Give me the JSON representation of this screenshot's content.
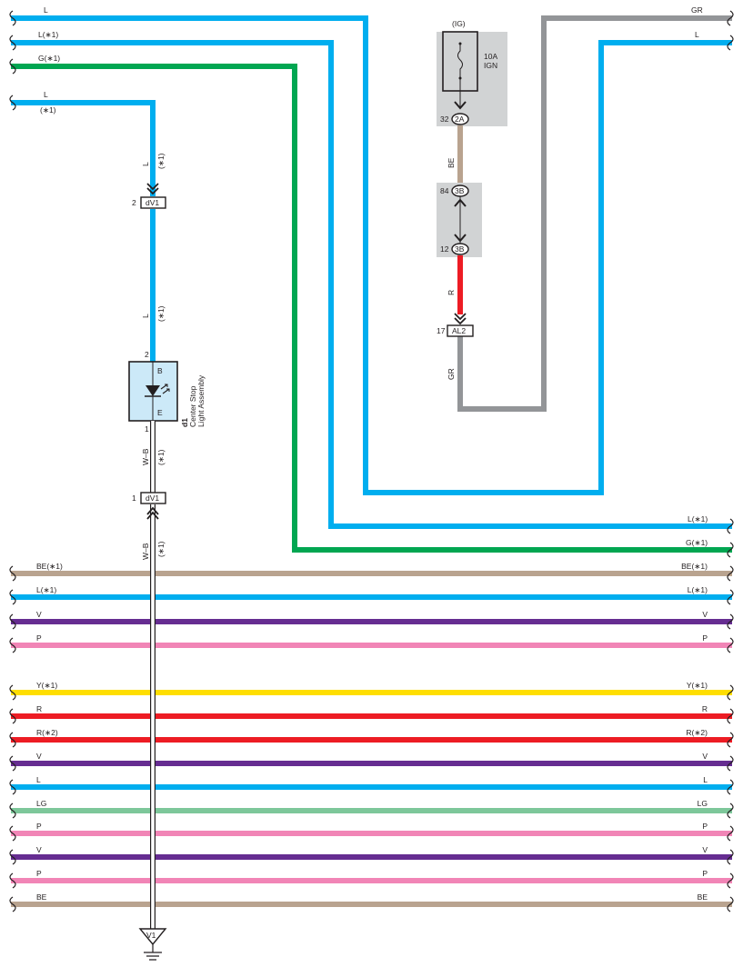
{
  "colors": {
    "L": "#00aeef",
    "G": "#00a651",
    "GR": "#939598",
    "BE": "#b9a38f",
    "V": "#662d91",
    "P": "#f185b6",
    "Y": "#ffde00",
    "R": "#ed1c24",
    "LG": "#7dc79a",
    "WB": "#ffffff",
    "fuse_box": "#d1d3d4",
    "lamp_fill": "#cce9f8"
  },
  "top_wires": {
    "wire1_left": "L",
    "wire2_left": "L(∗1)",
    "wire3_left": "G(∗1)",
    "wire4_left": "L",
    "wire4_left_note": "(∗1)",
    "gr_right": "GR",
    "l_right": "L",
    "wire2_right": "L(∗1)",
    "wire3_right": "G(∗1)"
  },
  "fuse": {
    "supply": "(IG)",
    "rating": "10A",
    "name": "IGN"
  },
  "connectors": {
    "c_2a": {
      "code": "2A",
      "pin": "32"
    },
    "c_3b_top": {
      "code": "3B",
      "pin": "84"
    },
    "c_3b_bottom": {
      "code": "3B",
      "pin": "12"
    },
    "c_al2": {
      "code": "AL2",
      "pin": "17"
    },
    "c_dv1_top": {
      "code": "dV1",
      "pin": "2"
    },
    "c_dv1_bottom": {
      "code": "dV1",
      "pin": "1"
    }
  },
  "wire_labels": {
    "be": "BE",
    "r": "R",
    "gr": "GR",
    "l_upper": "L",
    "l_upper_note": "(∗1)",
    "l_mid": "L",
    "l_mid_note": "(∗1)",
    "wb_upper": "W–B",
    "wb_upper_note": "(∗1)",
    "wb_lower": "W–B",
    "wb_lower_note": "(∗1)"
  },
  "lamp": {
    "id": "d1",
    "name_line1": "Center Stop",
    "name_line2": "Light Assembly",
    "pin_b": "B",
    "pin_e": "E",
    "pin_top": "2",
    "pin_bottom": "1"
  },
  "ground": {
    "code": "V1"
  },
  "bus_wires": [
    {
      "left": "BE(∗1)",
      "right": "BE(∗1)",
      "color": "BE"
    },
    {
      "left": "L(∗1)",
      "right": "L(∗1)",
      "color": "L"
    },
    {
      "left": "V",
      "right": "V",
      "color": "V"
    },
    {
      "left": "P",
      "right": "P",
      "color": "P"
    },
    {
      "left": "Y(∗1)",
      "right": "Y(∗1)",
      "color": "Y"
    },
    {
      "left": "R",
      "right": "R",
      "color": "R"
    },
    {
      "left": "R(∗2)",
      "right": "R(∗2)",
      "color": "R"
    },
    {
      "left": "V",
      "right": "V",
      "color": "V"
    },
    {
      "left": "L",
      "right": "L",
      "color": "L"
    },
    {
      "left": "LG",
      "right": "LG",
      "color": "LG"
    },
    {
      "left": "P",
      "right": "P",
      "color": "P"
    },
    {
      "left": "V",
      "right": "V",
      "color": "V"
    },
    {
      "left": "P",
      "right": "P",
      "color": "P"
    },
    {
      "left": "BE",
      "right": "BE",
      "color": "BE"
    }
  ]
}
